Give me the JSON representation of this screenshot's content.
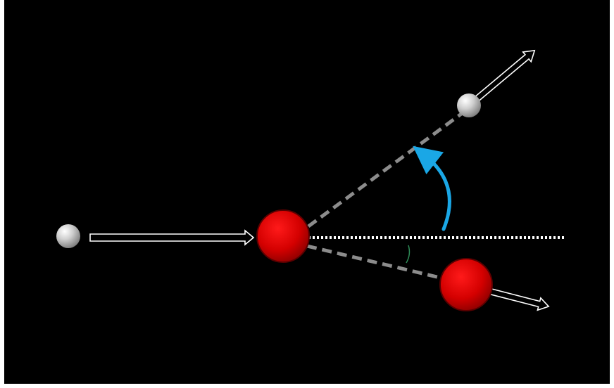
{
  "diagram": {
    "type": "particle-scattering",
    "background": "#000000",
    "colors": {
      "light_particle": "#c8c8c8",
      "heavy_particle": "#d40000",
      "incident_arrow": "#ffffff",
      "incident_axis": "#ffffff",
      "trajectory_dashes": "#8c8c8c",
      "scattering_angle_arrow": "#1aa7e6",
      "recoil_angle_arc": "#2e8b57"
    },
    "elements": [
      {
        "name": "incident-particle",
        "kind": "light particle"
      },
      {
        "name": "target-particle",
        "kind": "heavy particle"
      },
      {
        "name": "scattered-particle",
        "kind": "light particle"
      },
      {
        "name": "recoil-particle",
        "kind": "heavy particle"
      },
      {
        "name": "scattering-angle-arrow",
        "kind": "curved arrow"
      },
      {
        "name": "recoil-angle-arc",
        "kind": "angle arc"
      }
    ]
  }
}
